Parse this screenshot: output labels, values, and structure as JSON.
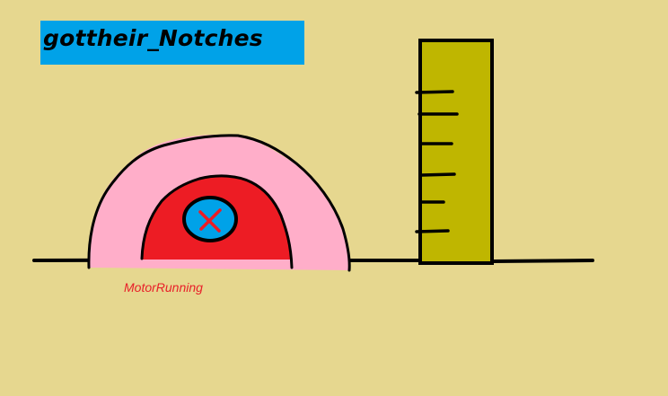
{
  "title": "gottheir_Notches",
  "status": "MotorRunning",
  "colors": {
    "background": "#e6d78f",
    "banner": "#00a2e8",
    "outer_arc": "#ffaec9",
    "inner_arc": "#ed1c24",
    "hub": "#00a2e8",
    "hub_mark": "#ed1c24",
    "ruler": "#bfb600",
    "status_text": "#e8202a"
  },
  "icons": {
    "hub_mark": "x-mark-icon"
  },
  "ruler": {
    "notch_count": 6
  }
}
